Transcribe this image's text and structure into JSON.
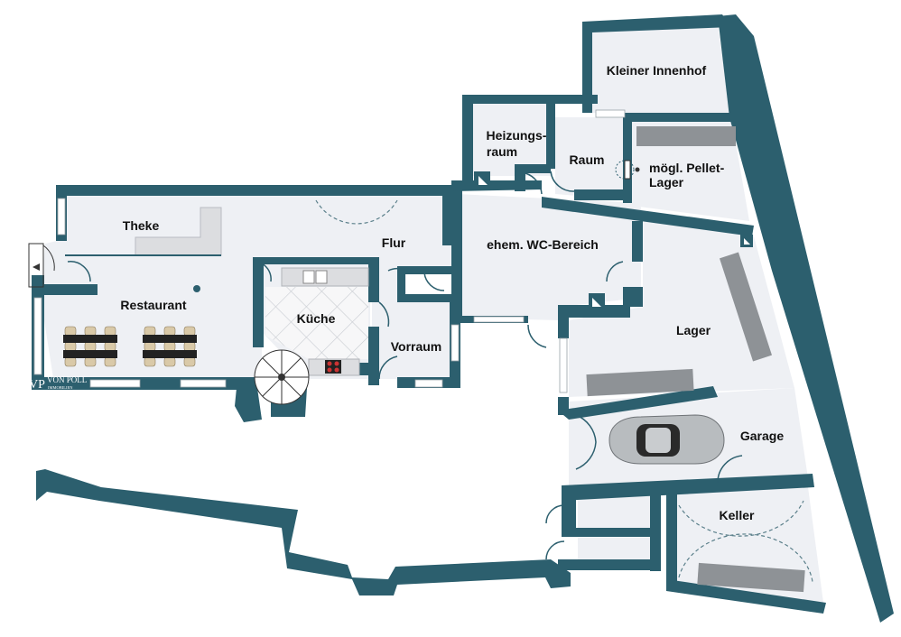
{
  "colors": {
    "wall": "#2c5f6e",
    "floor": "#eef0f4",
    "kitchen_tile": "#f5f5f5",
    "tile_line": "#c9ccd2",
    "door_arc": "#2c5f6e",
    "swing_arc": "#5a7f8a",
    "window": "#ffffff",
    "table": "#222222",
    "chair": "#d9c9a8",
    "car_body": "#b8bcbf"
  },
  "rooms": {
    "kleiner_innenhof": "Kleiner Innenhof",
    "heizungsraum_line1": "Heizungs-",
    "heizungsraum_line2": "raum",
    "raum": "Raum",
    "pellet_line1": "mögl. Pellet-",
    "pellet_line2": "Lager",
    "theke": "Theke",
    "flur": "Flur",
    "wc_bereich": "ehem. WC-Bereich",
    "restaurant": "Restaurant",
    "kueche": "Küche",
    "vorraum": "Vorraum",
    "lager": "Lager",
    "garage": "Garage",
    "keller": "Keller"
  },
  "logo": {
    "monogram": "VP",
    "brand": "VON POLL",
    "subline": "IMMOBILIEN"
  }
}
